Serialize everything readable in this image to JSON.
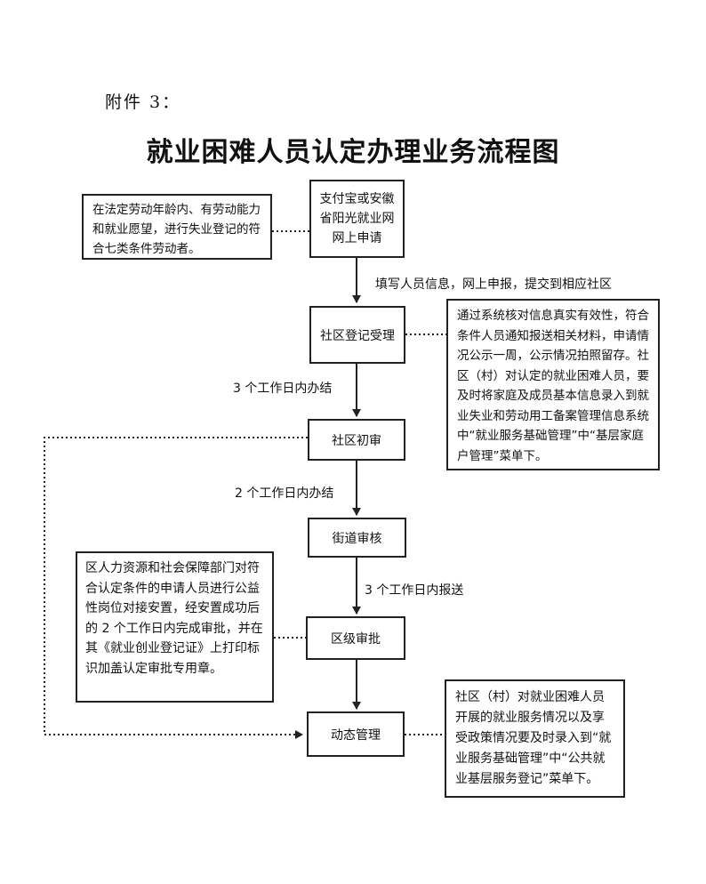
{
  "attachment": "附件 3：",
  "title": "就业困难人员认定办理业务流程图",
  "steps": [
    "支付宝或安徽省阳光就业网网上申请",
    "社区登记受理",
    "社区初审",
    "街道审核",
    "区级审批",
    "动态管理"
  ],
  "edge_labels": [
    "填写人员信息，网上申报，提交到相应社区",
    "3 个工作日内办结",
    "2 个工作日内办结",
    "3 个工作日内报送"
  ],
  "notes": {
    "applicant": "在法定劳动年龄内、有劳动能力和就业愿望，进行失业登记的符合七类条件劳动者。",
    "registration": "通过系统核对信息真实有效性，符合条件人员通知报送相关材料，申请情况公示一周，公示情况拍照留存。社区（村）对认定的就业困难人员，要及时将家庭及成员基本信息录入到就业失业和劳动用工备案管理信息系统中“就业服务基础管理”中“基层家庭户管理”菜单下。",
    "district": "区人力资源和社会保障部门对符合认定条件的申请人员进行公益性岗位对接安置，经安置成功后的 2 个工作日内完成审批，并在其《就业创业登记证》上打印标识加盖认定审批专用章。",
    "dynamic": "社区（村）对就业困难人员开展的就业服务情况以及享受政策情况要及时录入到“就业服务基础管理”中“公共就业基层服务登记”菜单下。"
  }
}
